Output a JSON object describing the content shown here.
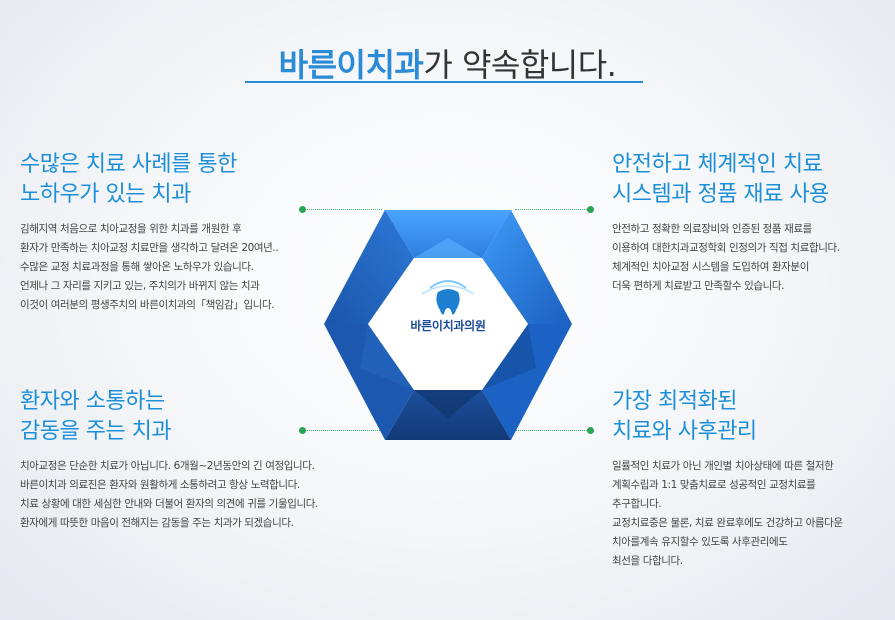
{
  "header": {
    "title_highlight": "바른이치과",
    "title_rest": "가 약속합니다."
  },
  "center": {
    "logo_text": "바른이치과의원",
    "colors": {
      "blue_light": "#3b8ee8",
      "blue_mid": "#1f63c3",
      "blue_dark": "#123f86"
    }
  },
  "sections": [
    {
      "heading_line1": "수많은 치료 사례를 통한",
      "heading_line2": "노하우가 있는 치과",
      "lines": [
        "김해지역 처음으로 치아교정을 위한 치과를 개원한 후",
        "환자가 만족하는 치아교정 치료만을 생각하고 달려온 20여년..",
        "수많은 교정 치료과정을 통해 쌓아온 노하우가 있습니다.",
        "언제나 그 자리를 지키고 있는, 주치의가 바뀌지 않는 치과",
        "이것이 여러분의 평생주치의 바른이치과의「책임감」입니다."
      ]
    },
    {
      "heading_line1": "안전하고 체계적인 치료",
      "heading_line2": "시스템과 정품 재료 사용",
      "lines": [
        "안전하고 정확한  의료장비와 인증된 정품 재료를",
        "이용하여 대한치과교정학회 인정의가 직접 치료합니다.",
        "체계적인 치아교정 시스템을 도입하여 환자분이",
        "더욱 편하게 치료받고 만족할수 있습니다."
      ]
    },
    {
      "heading_line1": "환자와 소통하는",
      "heading_line2": "감동을 주는 치과",
      "lines": [
        "치아교정은 단순한 치료가 아닙니다. 6개월~2년동안의 긴 여정입니다.",
        "바른이치과 의료진은 환자와 원활하게 소통하려고 항상 노력합니다.",
        "치료 상황에 대한 세심한 안내와 더불어 환자의 의견에 귀를 기울입니다.",
        "환자에게 따뜻한 마음이 전해지는 감동을 주는 치과가 되겠습니다."
      ]
    },
    {
      "heading_line1": "가장 최적화된",
      "heading_line2": "치료와 사후관리",
      "lines": [
        "일률적인 치료가 아닌 개인별 치아상태에 따른 철저한",
        "계획수립과 1:1 맞춤치료로 성공적인 교정치료를",
        "추구합니다.",
        "교정치료중은 물론, 치료 완료후에도 건강하고 아름다운",
        "치아를계속 유지할수 있도록 사후관리에도",
        "최선을 다합니다."
      ]
    }
  ]
}
